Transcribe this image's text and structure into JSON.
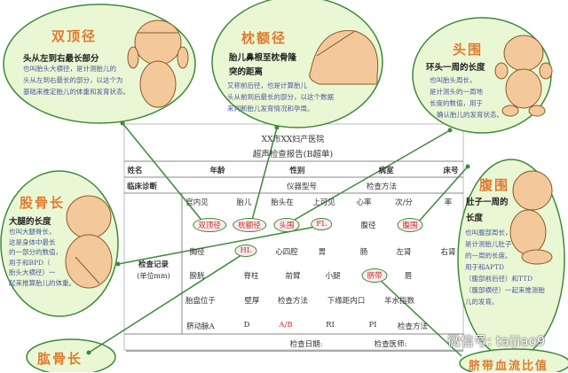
{
  "bubbles": {
    "bpd": {
      "title": "双顶径",
      "subtitle": "头从左到右最长部分",
      "desc": [
        "也叫胎头大横径，是计测胎儿的",
        "头从左到右最长的部分，以这个为",
        "基础来推定胎儿的体重和发育状态。"
      ]
    },
    "ofd": {
      "title": "枕额径",
      "subtitle": [
        "胎儿鼻根至枕骨隆",
        "突的距离"
      ],
      "desc": [
        "又称前后径，也是计算胎儿",
        "头从前到后最长的部分，以这个数据",
        "来判断胎儿发育情况和孕周。"
      ]
    },
    "hc": {
      "title": "头围",
      "subtitle": "环头一周的长度",
      "desc": [
        "也叫胎头周长，",
        "是计测头的一周地",
        "长度的数值，用于",
        "确认胎儿的发育状态。"
      ]
    },
    "fl": {
      "title": "股骨长",
      "subtitle": "大腿的长度",
      "desc": [
        "也叫大腿骨长，",
        "这是身体中最长",
        "的一部分的数值，",
        "用于和BPD（",
        "胎头大横径）一",
        "起来推算胎儿的体重。"
      ]
    },
    "hl": {
      "title": "肱骨长"
    },
    "ac": {
      "title": "腹围",
      "subtitle": [
        "肚子一周的",
        "长度"
      ],
      "desc": [
        "也叫腹部周长，",
        "是计测胎儿肚子",
        "的一周的长度。",
        "用于和APTD",
        "（腹部前后径）和TTD",
        "（腹部横径）一起来推测胎",
        "儿的发育。"
      ]
    },
    "umb": {
      "title": "脐带血流比值"
    }
  },
  "report": {
    "hospital": "XX市XX妇产医院",
    "title": "超声检查报告(B超单)",
    "header": [
      "姓名",
      "年龄",
      "性别",
      "病室",
      "床号"
    ],
    "row2": [
      "临床诊断",
      "仪器型号",
      "检查方法"
    ],
    "record_label": "检查记录",
    "record_unit": "(单位mm)",
    "rows": [
      [
        "宫内见",
        "胎儿",
        "胎头在",
        "上可见",
        "心率",
        "次/分",
        "率"
      ],
      [
        "双顶径",
        "枕额径",
        "头围",
        "FL",
        "腹径",
        "腹围"
      ],
      [
        "胸径",
        "HL",
        "心四腔",
        "胃",
        "肠",
        "左肾",
        "右肾"
      ],
      [
        "膀胱",
        "脊柱",
        "前臂",
        "小腿",
        "脐带",
        "唇"
      ],
      [
        "胎盘位于",
        "壁厚",
        "检查方法",
        "下缘距内口",
        "羊水指数"
      ],
      [
        "脐动脉A",
        "D",
        "A/B",
        "RI",
        "PI",
        "检查方法"
      ]
    ],
    "date_label": "检查日期:",
    "doctor_label": "检查医师:"
  },
  "watermark": "微信号: taijiao9",
  "colors": {
    "bubble_fill": "#eaf7d4",
    "bubble_stroke": "#3d8a3a",
    "title": "#e07a2e",
    "skin": "#f3c89a",
    "highlight": "#c03030"
  }
}
